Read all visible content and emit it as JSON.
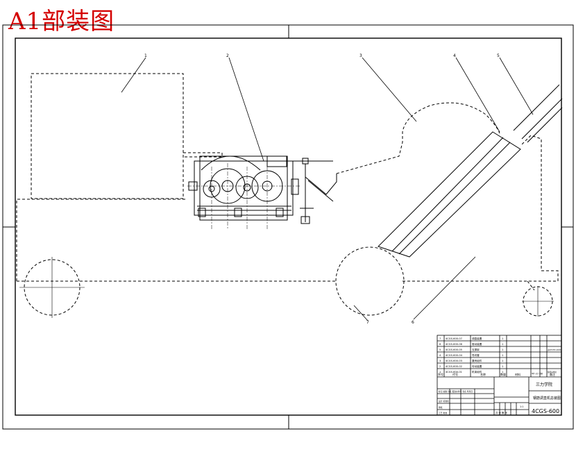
{
  "title": "A1部装图",
  "callouts": [
    "1",
    "2",
    "3",
    "4",
    "5",
    "6",
    "7"
  ],
  "title_block": {
    "company": "三力学院",
    "drawing_name": "钢筋调直机总装图",
    "drawing_code": "4CGS-600",
    "sheet_info": "共 张 第 张",
    "scale_label": "1:1",
    "bom_header": [
      "序号",
      "代号",
      "名称",
      "数量",
      "材料",
      "单件 总计 重量",
      "备注"
    ],
    "bom_rows": [
      [
        "7",
        "4CGS-600-07",
        "调直装置",
        "1",
        "",
        ""
      ],
      [
        "6",
        "4CGS-600-06",
        "驱动装置",
        "1",
        "",
        ""
      ],
      [
        "5",
        "4CGS-600-05",
        "支撑架",
        "1",
        "",
        "gb/t5783-2000"
      ],
      [
        "4",
        "4CGS-600-04",
        "导向管",
        "1",
        "",
        ""
      ],
      [
        "3",
        "4CGS-600-03",
        "罩壳组件",
        "1",
        "",
        ""
      ],
      [
        "2",
        "4CGS-600-02",
        "传动装置",
        "1",
        "",
        ""
      ],
      [
        "1",
        "4CGS-600-01",
        "机架组件",
        "1",
        "",
        "装配后焊接"
      ]
    ],
    "sign_rows": [
      "标记 处数 分区 更改文件号 签名 年月日",
      "设计 标准化",
      "审核",
      "工艺 批准"
    ]
  },
  "colors": {
    "line": "#000000",
    "title": "#d40000",
    "bg": "#ffffff"
  }
}
